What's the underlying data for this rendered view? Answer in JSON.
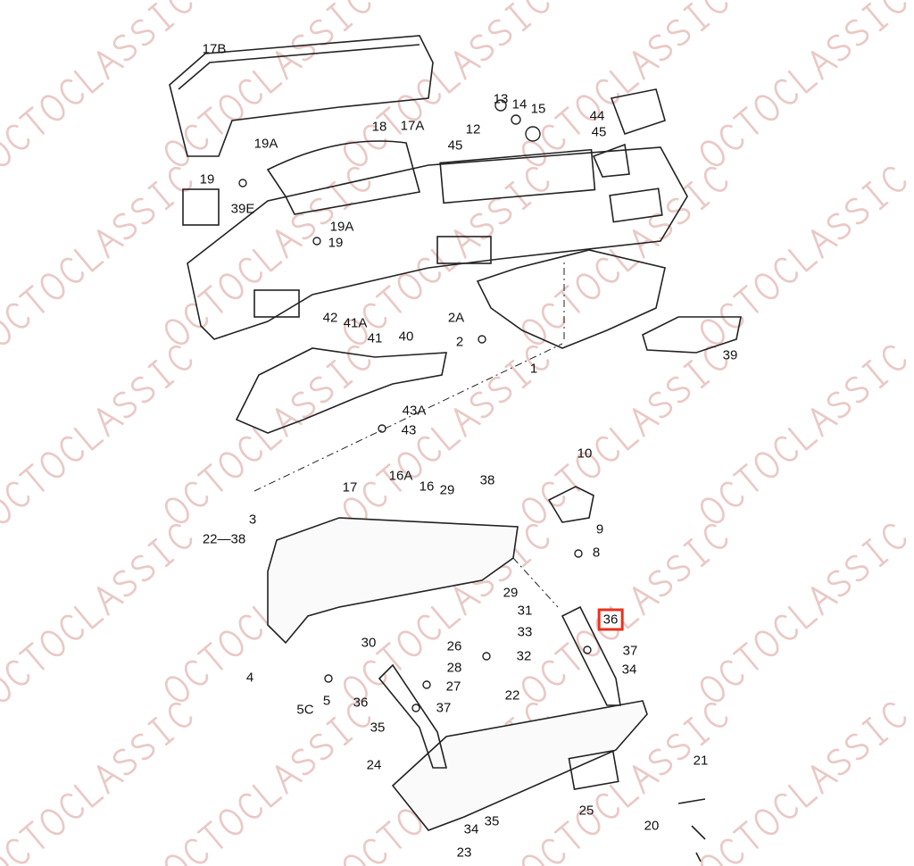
{
  "watermark": "OCTOCLASSIC",
  "highlight_color": "#e8321e",
  "labels": [
    "17B",
    "17A",
    "19A",
    "19",
    "39E",
    "18",
    "19A",
    "19",
    "12",
    "45",
    "13",
    "14",
    "15",
    "44",
    "45",
    "2A",
    "2",
    "1",
    "39",
    "42",
    "41A",
    "41",
    "40",
    "43A",
    "43",
    "10",
    "9",
    "8",
    "17",
    "16A",
    "16",
    "29",
    "38",
    "3",
    "22—38",
    "29",
    "31",
    "33",
    "32",
    "26",
    "28",
    "27",
    "30",
    "4",
    "5C",
    "5",
    "36",
    "37",
    "35",
    "24",
    "22",
    "36",
    "37",
    "34",
    "21",
    "25",
    "20",
    "34",
    "35",
    "23"
  ],
  "highlighted_label": "36"
}
